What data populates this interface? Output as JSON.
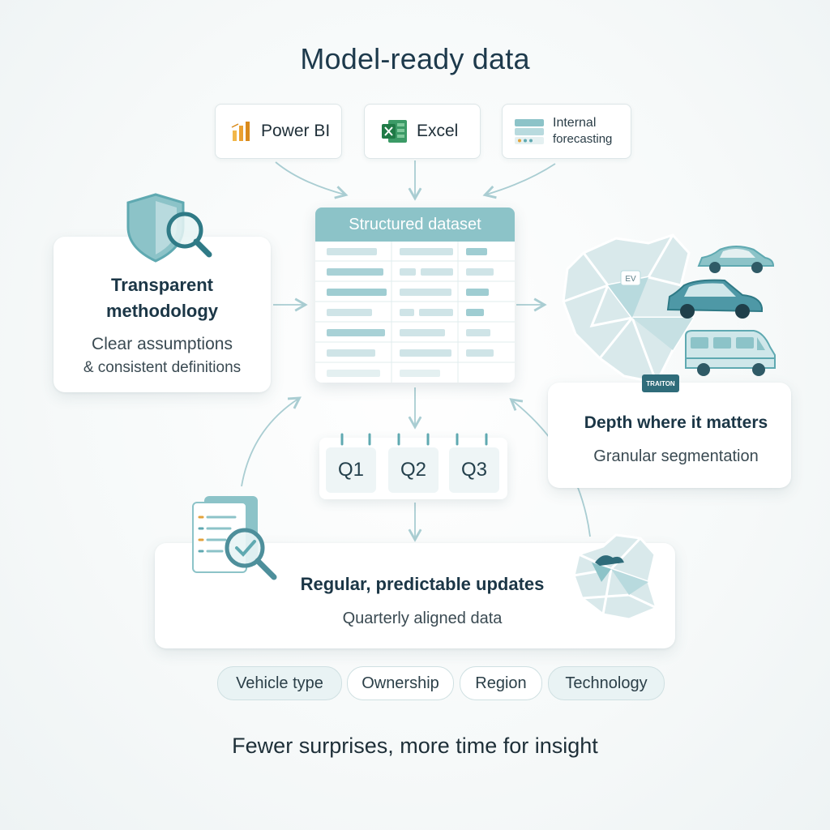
{
  "title": "Model-ready data",
  "tools": [
    {
      "label": "Power BI",
      "icon": "power-bi-icon"
    },
    {
      "label": "Excel",
      "icon": "excel-icon"
    },
    {
      "label_line1": "Internal",
      "label_line2": "forecasting",
      "icon": "forecasting-icon"
    }
  ],
  "dataset": {
    "title": "Structured dataset"
  },
  "methodology": {
    "title_line1": "Transparent",
    "title_line2": "methodology",
    "sub_line1": "Clear assumptions",
    "sub_line2": "& consistent definitions"
  },
  "depth": {
    "title": "Depth where it matters",
    "subtitle": "Granular segmentation",
    "map_badge": "EV",
    "tag": "TRAITON"
  },
  "quarters": [
    "Q1",
    "Q2",
    "Q3"
  ],
  "updates": {
    "title": "Regular, predictable updates",
    "subtitle": "Quarterly aligned data"
  },
  "chips": [
    "Vehicle type",
    "Ownership",
    "Region",
    "Technology"
  ],
  "footer": "Fewer surprises, more time for insight",
  "colors": {
    "accent": "#5fa9b1",
    "header": "#8cc3c8",
    "dark": "#1e3a4c",
    "arrow": "#a9cdd2"
  }
}
